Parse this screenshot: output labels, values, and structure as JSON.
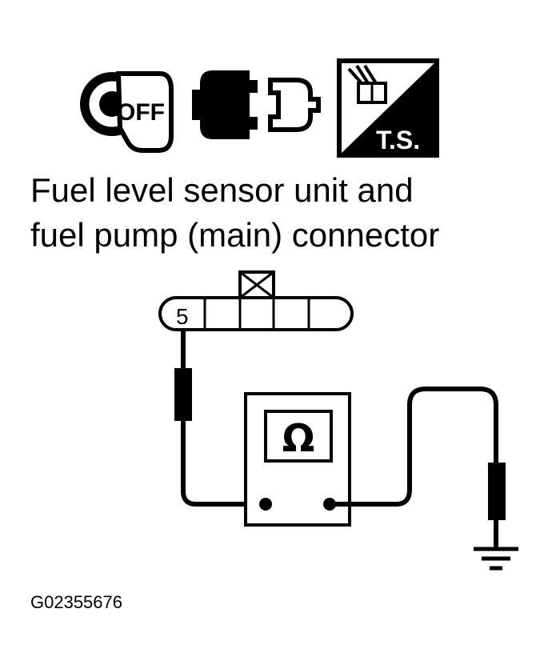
{
  "header_icons": {
    "ignition": {
      "icon": "ignition-key-off-icon",
      "label": "OFF"
    },
    "connector": {
      "icon": "disconnect-connector-icon"
    },
    "test_symbol": {
      "icon": "ts-harness-icon",
      "label": "T.S."
    }
  },
  "title": {
    "line1": "Fuel level sensor unit and",
    "line2": "fuel pump (main) connector"
  },
  "connector": {
    "pin_label": "5"
  },
  "meter": {
    "symbol": "Ω",
    "icon": "ohmmeter-icon"
  },
  "ground": {
    "icon": "ground-symbol-icon"
  },
  "figure_code": "G02355676",
  "colors": {
    "ink": "#000000",
    "paper": "#ffffff"
  }
}
